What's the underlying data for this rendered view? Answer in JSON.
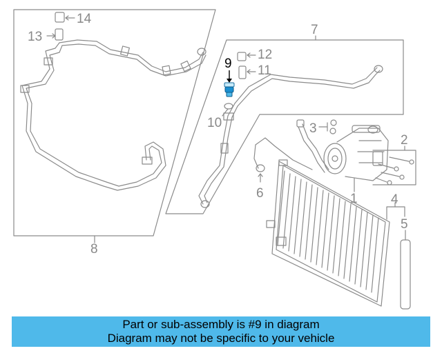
{
  "colors": {
    "banner_bg": "#4fb9ea",
    "line": "#8a8a8a",
    "highlight": "#1a8fd0",
    "text_muted": "#888888",
    "text_highlight": "#000000"
  },
  "diagram": {
    "callouts": {
      "c1": "1",
      "c2": "2",
      "c3": "3",
      "c4": "4",
      "c5": "5",
      "c6": "6",
      "c7": "7",
      "c8": "8",
      "c9": "9",
      "c10": "10",
      "c11": "11",
      "c12": "12",
      "c13": "13",
      "c14": "14"
    },
    "highlighted_part": "9"
  },
  "banner": {
    "line1": "Part or sub-assembly is #9 in diagram",
    "line2": "Diagram may not be specific to your vehicle"
  }
}
